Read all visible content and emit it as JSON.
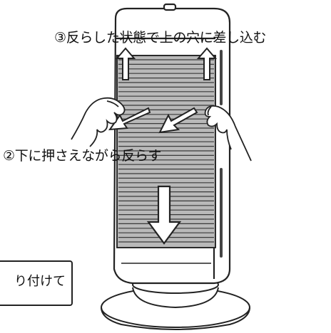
{
  "instructions": {
    "step3": "③反らした状態で上の穴に差し込む",
    "step2": "②下に押さえながら反らす",
    "note_partial": "り付けて"
  },
  "colors": {
    "outline": "#222222",
    "filter_dark": "#9a9a9a",
    "filter_light": "#c8c8c8",
    "body": "#ffffff"
  },
  "icons": [
    "arrow-up-icon",
    "arrow-down-icon",
    "arrow-diagonal-icon",
    "hand-icon"
  ]
}
